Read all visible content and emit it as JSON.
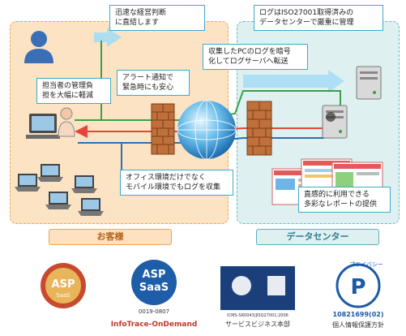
{
  "zones": {
    "customer": "お客様",
    "datacenter": "データセンター"
  },
  "callouts": {
    "fast_decision": "迅速な経営判断\nに直結します",
    "iso": "ログはISO27001取得済みの\nデータセンターで厳重に管理",
    "admin": "担当者の管理負\n担を大幅に軽減",
    "alert": "アラート通知で\n緊急時にも安心",
    "collect": "収集したPCのログを暗号\n化してログサーバへ転送",
    "mobile": "オフィス環境だけでなく\nモバイル環境でもログを収集",
    "report": "直感的に利用できる\n多彩なレポートの提供"
  },
  "logos": {
    "asp_main": "ASP",
    "asp_sub": "SaaS",
    "asp_saas_top": "ASP",
    "asp_saas_bottom": "SaaS",
    "saas_number": "0019-0807",
    "infotrace": "InfoTrace-OnDemand",
    "isms_code": "ICMS-SR0043/JISQ27001:2006",
    "isms_label": "サービスビジネス本部",
    "privacy_number": "10821699(02)",
    "privacy_label": "個人情報保護方針",
    "privacy_word": "プライバシー"
  },
  "colors": {
    "customer_zone": "#fbe3c4",
    "datacenter_zone": "#dff0f1",
    "callout_border": "#3fa9c8",
    "line_green": "#3aa04a",
    "line_red": "#e2483a",
    "line_blue": "#2d6fb7",
    "arrow_blue": "#56b6e6"
  }
}
